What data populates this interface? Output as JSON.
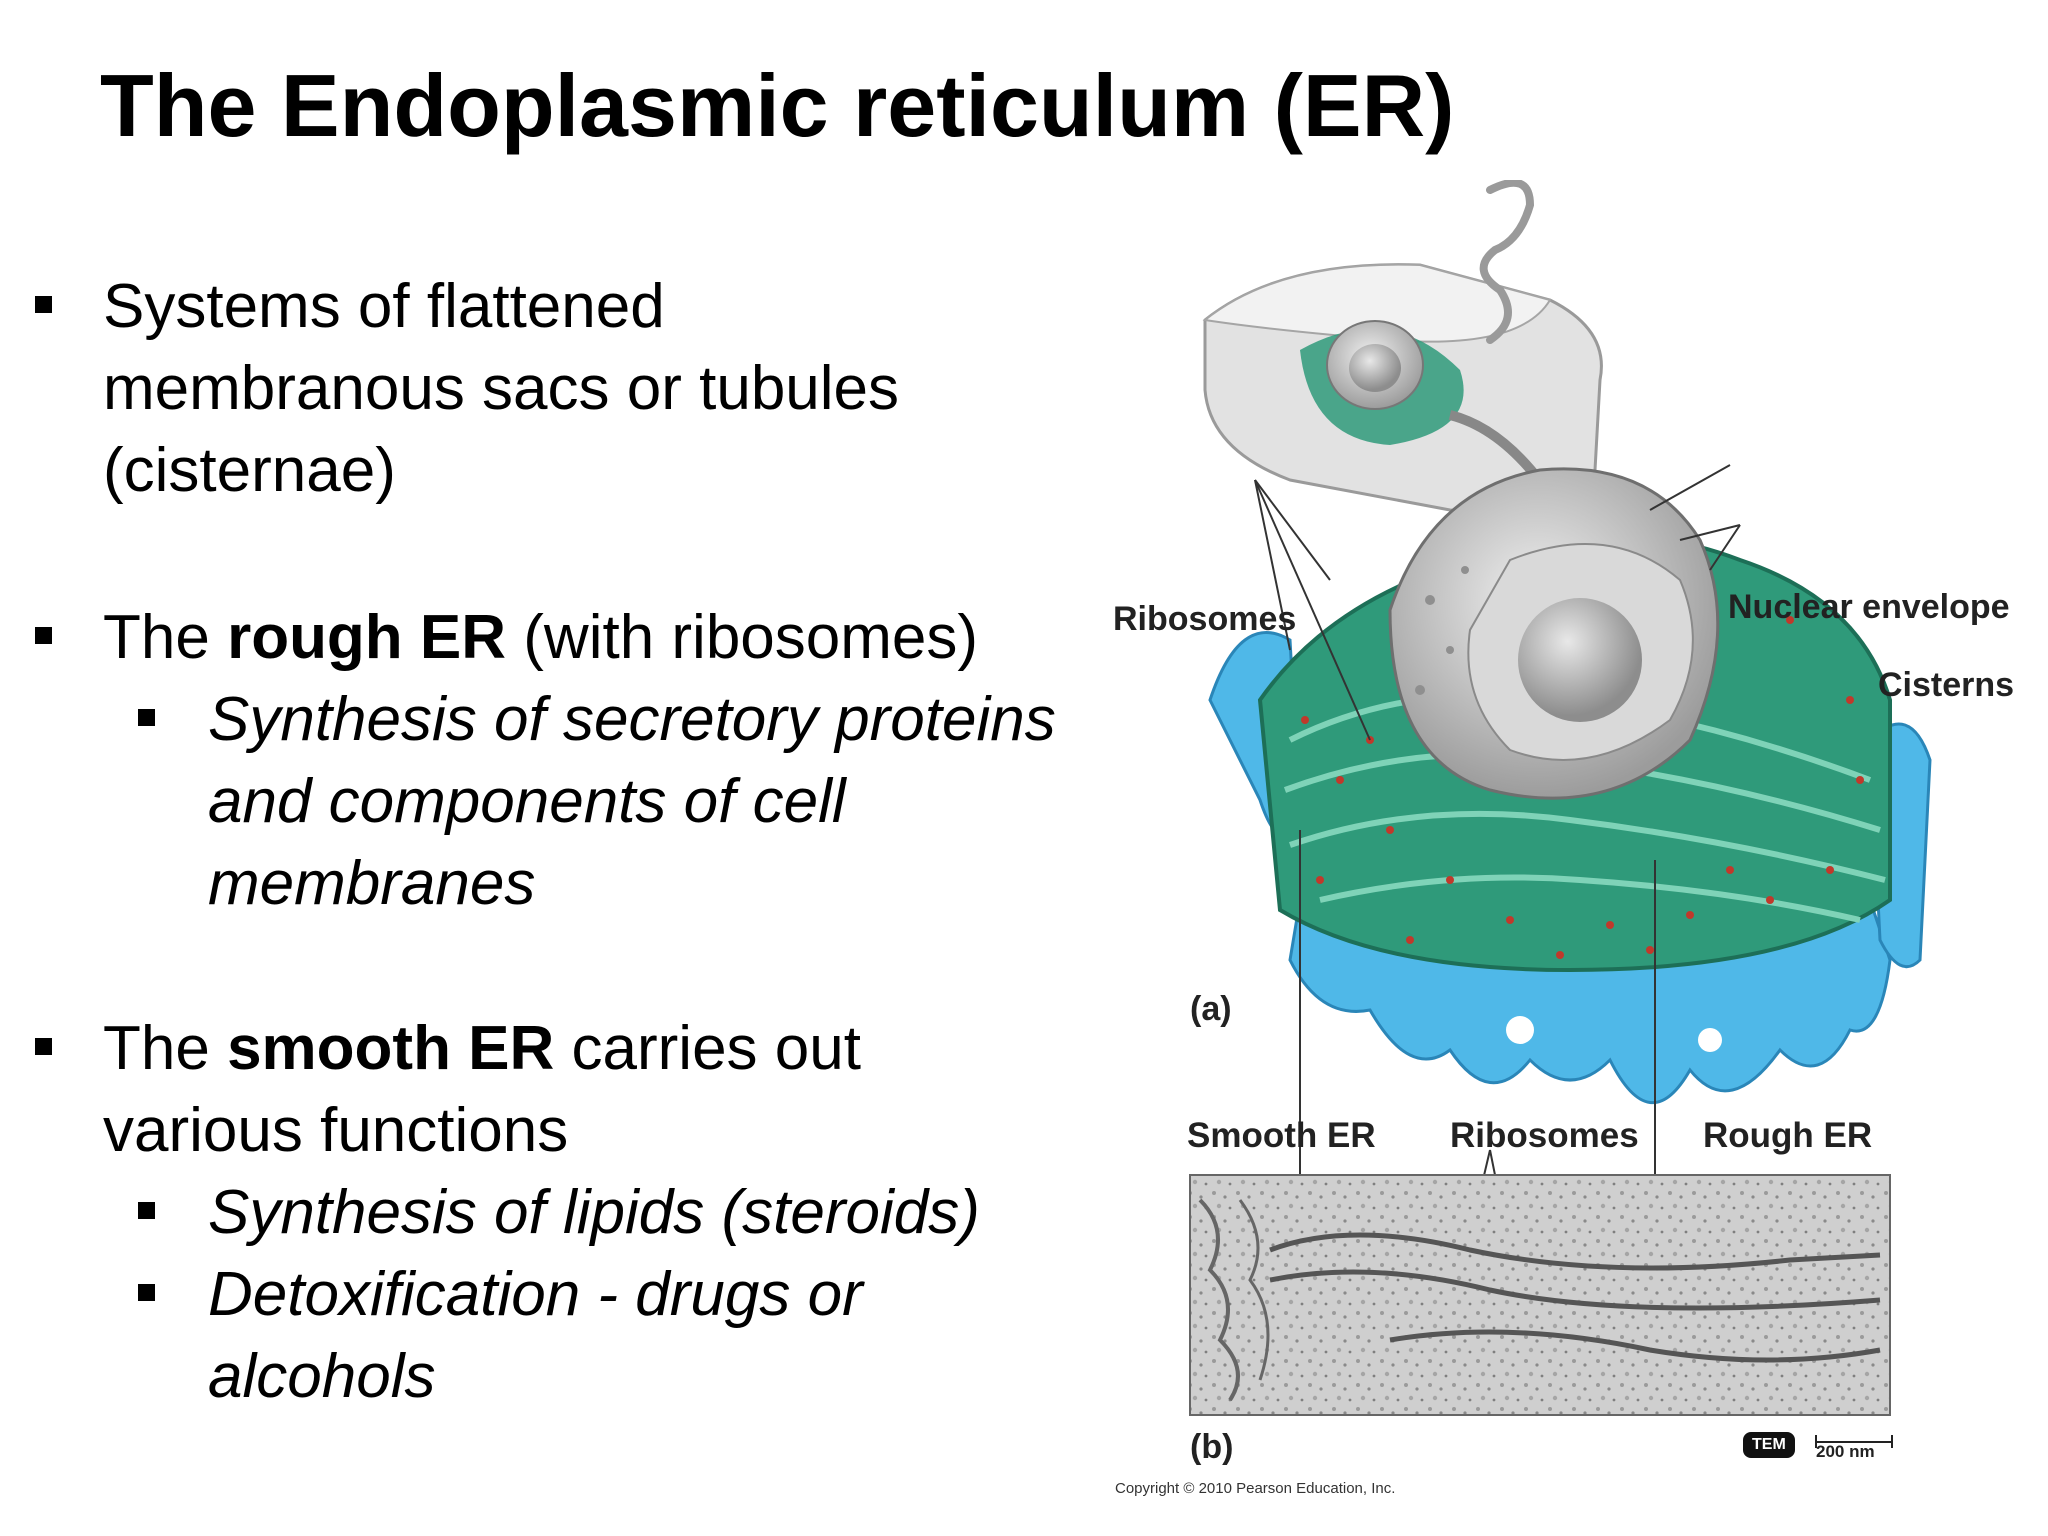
{
  "slide": {
    "title": "The Endoplasmic reticulum (ER)",
    "bullet1": {
      "text": "Systems of flattened membranous sacs or tubules (cisternae)"
    },
    "bullet2": {
      "pre": "The ",
      "bold": "rough ER",
      "post": " (with ribosomes)",
      "sub1": "Synthesis of secretory proteins and components of cell membranes"
    },
    "bullet3": {
      "pre": "The ",
      "bold": "smooth ER",
      "post": " carries out various functions",
      "sub1": "Synthesis of lipids (steroids)",
      "sub2": "Detoxification - drugs or alcohols"
    }
  },
  "figure": {
    "labels": {
      "ribosomes_top": "Ribosomes",
      "nuclear_envelope": "Nuclear envelope",
      "cisterns": "Cisterns",
      "panel_a": "(a)",
      "smooth_er": "Smooth ER",
      "ribosomes_bottom": "Ribosomes",
      "rough_er": "Rough ER",
      "panel_b": "(b)",
      "tem_badge": "TEM",
      "scale_bar": "200 nm",
      "copyright": "Copyright © 2010 Pearson Education, Inc."
    },
    "colors": {
      "rough_er": "#2f9a7a",
      "smooth_er": "#4fb8e8",
      "ribosome": "#c0392b",
      "nucleus": "#bfbfbf"
    }
  }
}
